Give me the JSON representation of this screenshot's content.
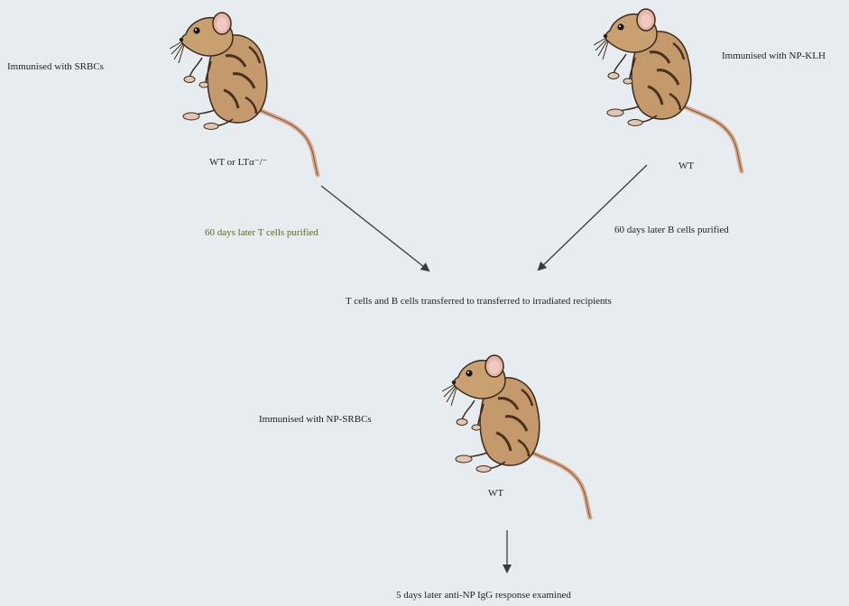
{
  "top_left": {
    "immunisation": "Immunised with SRBCs",
    "strain": "WT or LTα⁻/⁻",
    "purification": "60 days later T cells purified"
  },
  "top_right": {
    "immunisation": "Immunised with NP-KLH",
    "strain": "WT",
    "purification": "60 days later B cells purified"
  },
  "transfer_step": "T cells and B cells transferred to transferred to irradiated recipients",
  "recipient": {
    "immunisation": "Immunised with NP-SRBCs",
    "strain": "WT"
  },
  "readout": "5 days later anti-NP IgG response examined",
  "colors": {
    "background": "#e7ecf0",
    "arrow": "#3a3a3a",
    "highlight_text": "#5b6b12"
  },
  "icons": [
    "mouse-icon",
    "mouse-icon",
    "mouse-icon"
  ]
}
